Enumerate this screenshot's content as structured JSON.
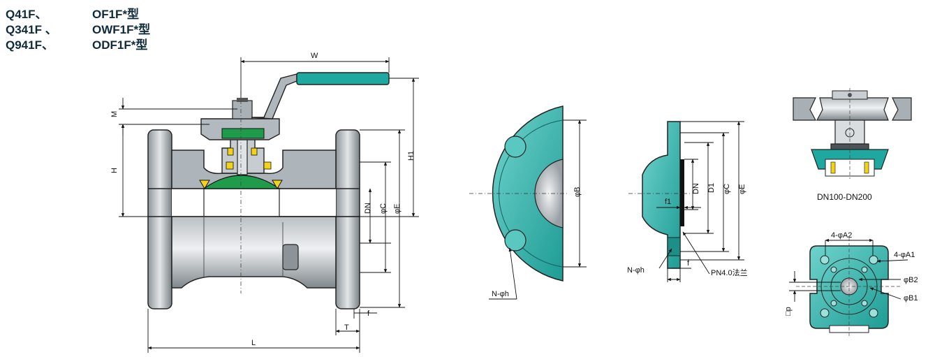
{
  "title_rows": [
    {
      "left": "Q41F、",
      "right": "OF1F*型"
    },
    {
      "left": "Q341F 、",
      "right": "OWF1F*型"
    },
    {
      "left": "Q941F、",
      "right": "ODF1F*型"
    }
  ],
  "labels": {
    "W": "W",
    "M": "M",
    "H": "H",
    "H1": "H1",
    "DN": "DN",
    "C": "φC",
    "E": "φE",
    "L": "L",
    "T": "T",
    "f": "f",
    "B": "φB",
    "N_h": "N-φh",
    "f1": "f1",
    "DN2": "DN",
    "D1": "D1",
    "C2": "φC",
    "E2": "φE",
    "N_h2": "N-φh",
    "f2": "f",
    "pn": "PN4.0法兰",
    "range": "DN100-DN200",
    "A2": "4-φA2",
    "A1": "4-φA1",
    "B2": "φB2",
    "B1": "φB1",
    "dp": "□p"
  },
  "colors": {
    "teal": "#2fb8b0",
    "teal_dark": "#1c8f88",
    "steel": "#9aa2a8",
    "steel_dark": "#6e767c",
    "steel_light": "#cfd4d8",
    "green": "#1e9c4c",
    "yellow": "#f2d21a"
  }
}
